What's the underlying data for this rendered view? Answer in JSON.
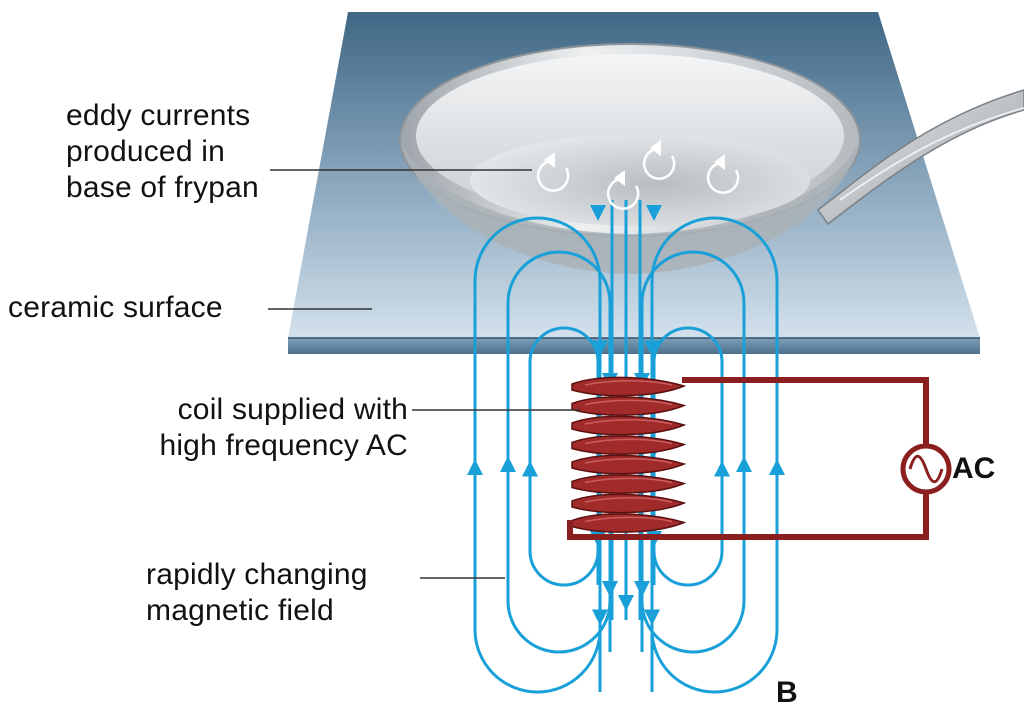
{
  "labels": {
    "eddy": {
      "line1": "eddy currents",
      "line2": "produced in",
      "line3": "base of frypan"
    },
    "ceramic": {
      "line1": "ceramic surface"
    },
    "coil": {
      "line1": "coil supplied with",
      "line2": "high frequency AC"
    },
    "field": {
      "line1": "rapidly changing",
      "line2": "magnetic field"
    }
  },
  "tags": {
    "ac": "AC",
    "b": "B"
  },
  "colors": {
    "field": "#1aa0d8",
    "coil": "#8b1e1e",
    "surface_dark": "#3f6785",
    "surface_light": "#d3e1ec",
    "pan": "#c4c9cd"
  }
}
